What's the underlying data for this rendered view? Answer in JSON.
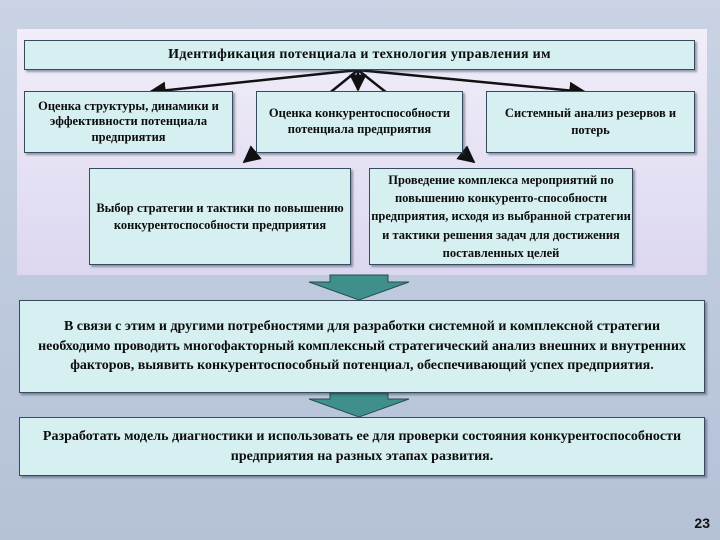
{
  "header": {
    "title": "Идентификация потенциала и технология управления им"
  },
  "boxes": {
    "structure": "Оценка структуры, динамики и эффективности потенциала предприятия",
    "competitiveness": "Оценка конкурентоспособности потенциала предприятия",
    "system_analysis": "Системный анализ резервов и потерь",
    "strategy": "Выбор стратегии и тактики по повышению конкурентоспособности предприятия",
    "measures": "Проведение комплекса мероприятий по повышению конкуренто-способности предприятия, исходя из выбранной стратегии и тактики решения задач для достижения поставленных целей"
  },
  "analysis": {
    "text": "В связи с этим и другими потребностями для разработки системной и комплексной стратегии необходимо проводить многофакторный комплексный стратегический анализ внешних и внутренних факторов, выявить конкурентоспособный потенциал, обеспечивающий успех предприятия."
  },
  "model": {
    "text": "Разработать модель диагностики и использовать ее для проверки состояния конкурентоспособности предприятия на разных этапах развития."
  },
  "page_number": "23",
  "colors": {
    "box_fill": "#d6eff0",
    "arrow_fill": "#3f8f8c",
    "panel": "#e6e2f4"
  }
}
